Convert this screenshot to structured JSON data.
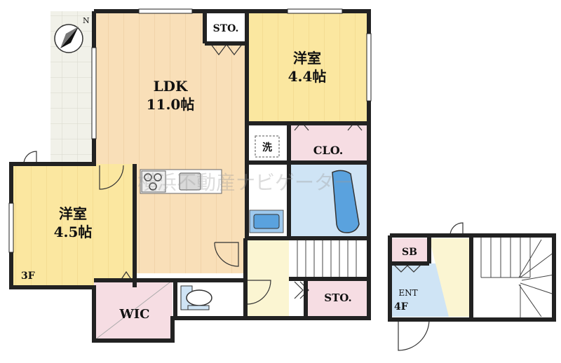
{
  "compass": {
    "symbol": "N"
  },
  "rooms": {
    "ldk": {
      "name": "LDK",
      "size": "11.0帖"
    },
    "western1": {
      "name": "洋室",
      "size": "4.4帖"
    },
    "western2": {
      "name": "洋室",
      "size": "4.5帖"
    },
    "sto_top": {
      "name": "STO."
    },
    "clo": {
      "name": "CLO."
    },
    "sto_bottom": {
      "name": "STO."
    },
    "wic": {
      "name": "WIC"
    },
    "sb": {
      "name": "SB"
    },
    "ent": {
      "name": "ENT"
    },
    "washer": {
      "name": "洗"
    }
  },
  "floors": {
    "third": "3F",
    "fourth": "4F"
  },
  "watermark": "横浜不動産ナビゲーター",
  "colors": {
    "wood": "#f9dfb8",
    "wood_line": "#e9c79a",
    "yellow": "#fbe7a0",
    "pink": "#f6dde3",
    "blue": "#cfe4f5",
    "balcony": "#f1f1e9",
    "wall": "#222222"
  }
}
